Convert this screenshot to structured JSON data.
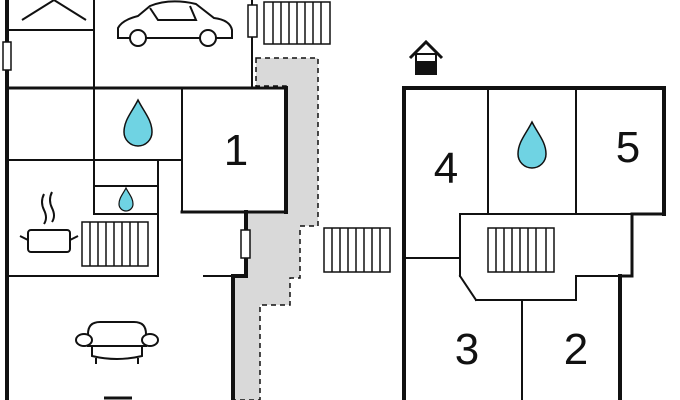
{
  "rooms": [
    {
      "label": "1"
    },
    {
      "label": "2"
    },
    {
      "label": "3"
    },
    {
      "label": "4"
    },
    {
      "label": "5"
    }
  ],
  "icons": {
    "garage": "car-icon",
    "bathroom": "water-drop-icon",
    "kitchen": "cooking-pot-icon",
    "living_room": "sofa-icon",
    "house": "house-icon",
    "stairs": "stairs-icon"
  },
  "colors": {
    "wall": "#111111",
    "corridor": "#d9d9d9",
    "water": "#6fd3e3",
    "background": "#ffffff"
  }
}
